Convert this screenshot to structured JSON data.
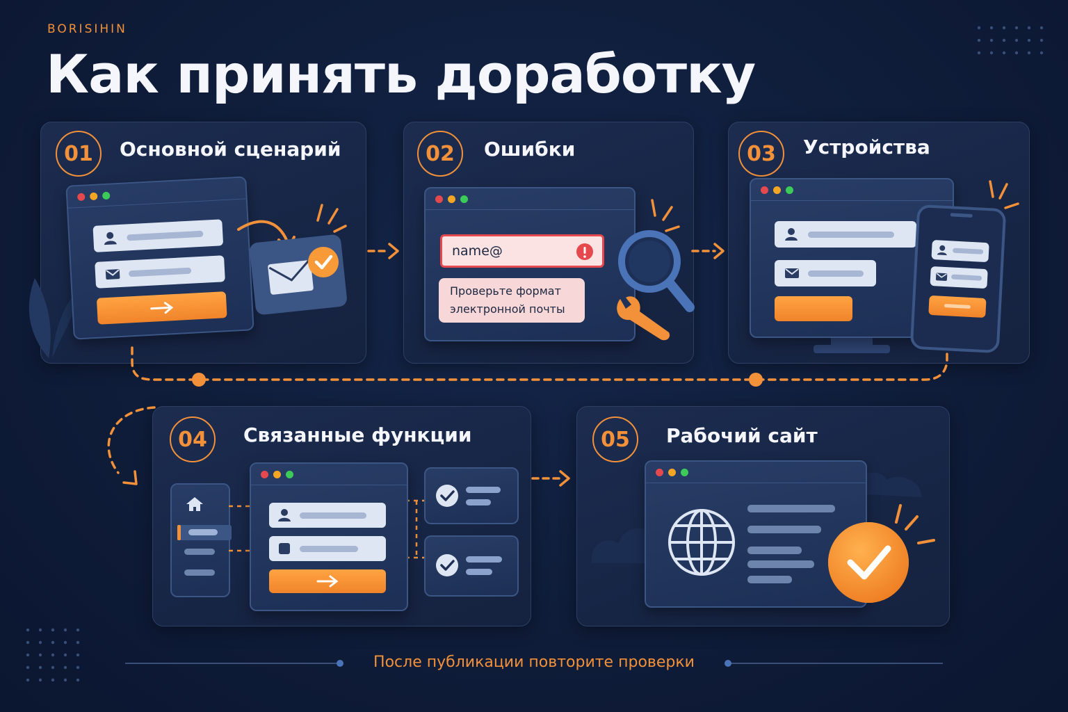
{
  "brand": "BORISIHIN",
  "title": "Как принять доработку",
  "steps": [
    {
      "number": "01",
      "title": "Основной сценарий"
    },
    {
      "number": "02",
      "title": "Ошибки"
    },
    {
      "number": "03",
      "title": "Устройства"
    },
    {
      "number": "04",
      "title": "Связанные функции"
    },
    {
      "number": "05",
      "title": "Рабочий сайт"
    }
  ],
  "error_example": {
    "input_value": "name@",
    "tooltip_line1": "Проверьте формат",
    "tooltip_line2": "электронной почты"
  },
  "footer": "После публикации повторите проверки",
  "colors": {
    "accent": "#f2913a",
    "background": "#0f1d3a",
    "error": "#e5484d"
  }
}
